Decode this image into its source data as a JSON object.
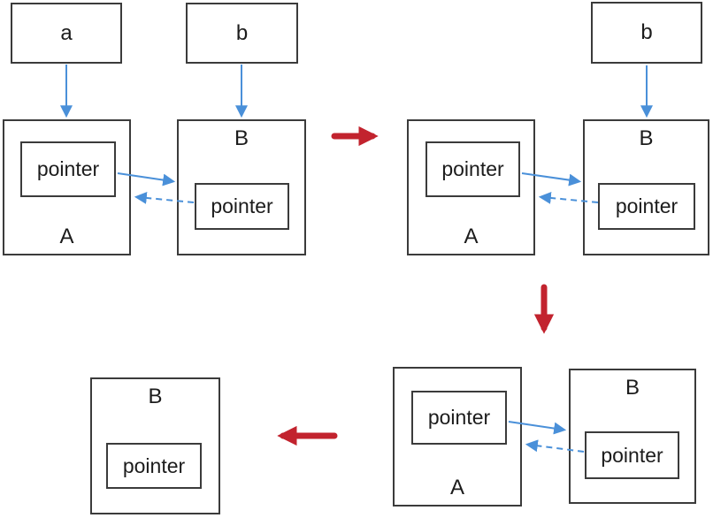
{
  "colors": {
    "box_border": "#3b3b3b",
    "arrow_blue": "#4a90d9",
    "arrow_red": "#c2232e",
    "background": "#ffffff",
    "text": "#1c1c1c"
  },
  "states": [
    {
      "vars": [
        {
          "label": "a"
        },
        {
          "label": "b"
        }
      ],
      "objects": [
        {
          "label": "A",
          "slots": [
            {
              "label": "pointer"
            }
          ]
        },
        {
          "label": "B",
          "slots": [
            {
              "label": "pointer"
            }
          ]
        }
      ],
      "edges": [
        {
          "from": "a",
          "to": "A",
          "style": "solid"
        },
        {
          "from": "b",
          "to": "B",
          "style": "solid"
        },
        {
          "from": "A.pointer",
          "to": "B",
          "style": "solid"
        },
        {
          "from": "B.pointer",
          "to": "A",
          "style": "dashed"
        }
      ]
    },
    {
      "vars": [
        {
          "label": "b"
        }
      ],
      "objects": [
        {
          "label": "A",
          "slots": [
            {
              "label": "pointer"
            }
          ]
        },
        {
          "label": "B",
          "slots": [
            {
              "label": "pointer"
            }
          ]
        }
      ],
      "edges": [
        {
          "from": "b",
          "to": "B",
          "style": "solid"
        },
        {
          "from": "A.pointer",
          "to": "B",
          "style": "solid"
        },
        {
          "from": "B.pointer",
          "to": "A",
          "style": "dashed"
        }
      ]
    },
    {
      "vars": [],
      "objects": [
        {
          "label": "A",
          "slots": [
            {
              "label": "pointer"
            }
          ]
        },
        {
          "label": "B",
          "slots": [
            {
              "label": "pointer"
            }
          ]
        }
      ],
      "edges": [
        {
          "from": "A.pointer",
          "to": "B",
          "style": "solid"
        },
        {
          "from": "B.pointer",
          "to": "A",
          "style": "dashed"
        }
      ]
    },
    {
      "vars": [],
      "objects": [
        {
          "label": "B",
          "slots": [
            {
              "label": "pointer"
            }
          ]
        }
      ],
      "edges": []
    }
  ],
  "step_arrows": [
    {
      "from": "state-1",
      "to": "state-2",
      "direction": "right"
    },
    {
      "from": "state-2",
      "to": "state-3",
      "direction": "down"
    },
    {
      "from": "state-3",
      "to": "state-4",
      "direction": "left"
    }
  ]
}
